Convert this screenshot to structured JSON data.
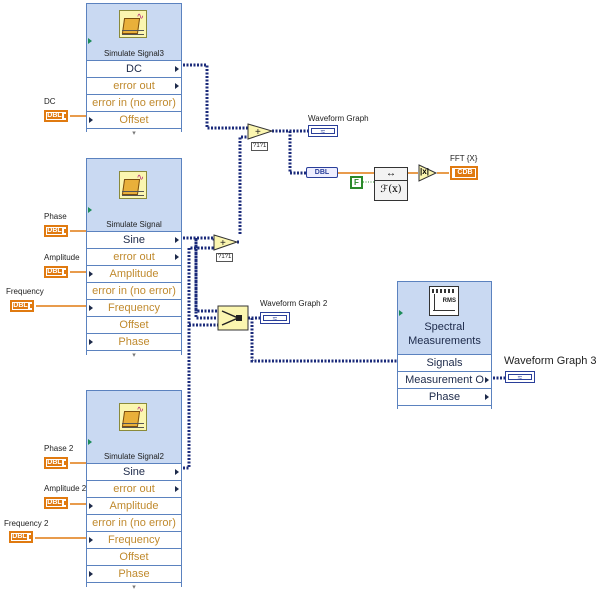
{
  "colors": {
    "express_vi_bg": "#c9d9f2",
    "express_vi_border": "#5b82bf",
    "dynamic_data_wire": "#1a2a7a",
    "dbl_orange": "#e07a10",
    "dim_input_text": "#c08a2e",
    "boolean_const_green": "#2a8a2a"
  },
  "icons": {
    "simulate_signal": "simulate-signal-icon",
    "spectral_measurements": "spectral-measurements-icon",
    "graph_terminal": "waveform-graph-terminal-icon",
    "add_node": "add-node-icon",
    "merge_node": "merge-signals-icon",
    "fft": "fft-icon",
    "abs": "absolute-value-icon",
    "convert": "dynamic-data-convert-icon"
  },
  "sim3": {
    "title": "Simulate Signal3",
    "rows": [
      "DC",
      "error out",
      "error in (no error)",
      "Offset"
    ],
    "expand": "▾"
  },
  "sim1": {
    "title": "Simulate Signal",
    "rows": [
      "Sine",
      "error out",
      "Amplitude",
      "error in (no error)",
      "Frequency",
      "Offset",
      "Phase"
    ],
    "expand": "▾"
  },
  "sim2": {
    "title": "Simulate Signal2",
    "rows": [
      "Sine",
      "error out",
      "Amplitude",
      "error in (no error)",
      "Frequency",
      "Offset",
      "Phase"
    ],
    "expand": "▾"
  },
  "spectral": {
    "title": "Spectral Measurements",
    "rows": [
      "Signals",
      "Measurement O",
      "Phase"
    ]
  },
  "controls": {
    "dbl_label": "DBL",
    "dc": "DC",
    "phase": "Phase",
    "amplitude": "Amplitude",
    "frequency": "Frequency",
    "phase2": "Phase 2",
    "amplitude2": "Amplitude 2",
    "frequency2": "Frequency 2"
  },
  "indicators": {
    "waveform_graph": "Waveform Graph",
    "waveform_graph2": "Waveform Graph 2",
    "waveform_graph3": "Waveform Graph 3",
    "fft_x": "FFT {X}",
    "cdb_label": "CDB",
    "graph_glyph": "≈"
  },
  "nodes": {
    "add_plus": "+",
    "add_tags": "?1?1",
    "convert_label": "DBL",
    "false_const": "F",
    "fft_arrows": "↔",
    "fft_fn": "ℱ(x)",
    "abs_sym": "|x|"
  }
}
